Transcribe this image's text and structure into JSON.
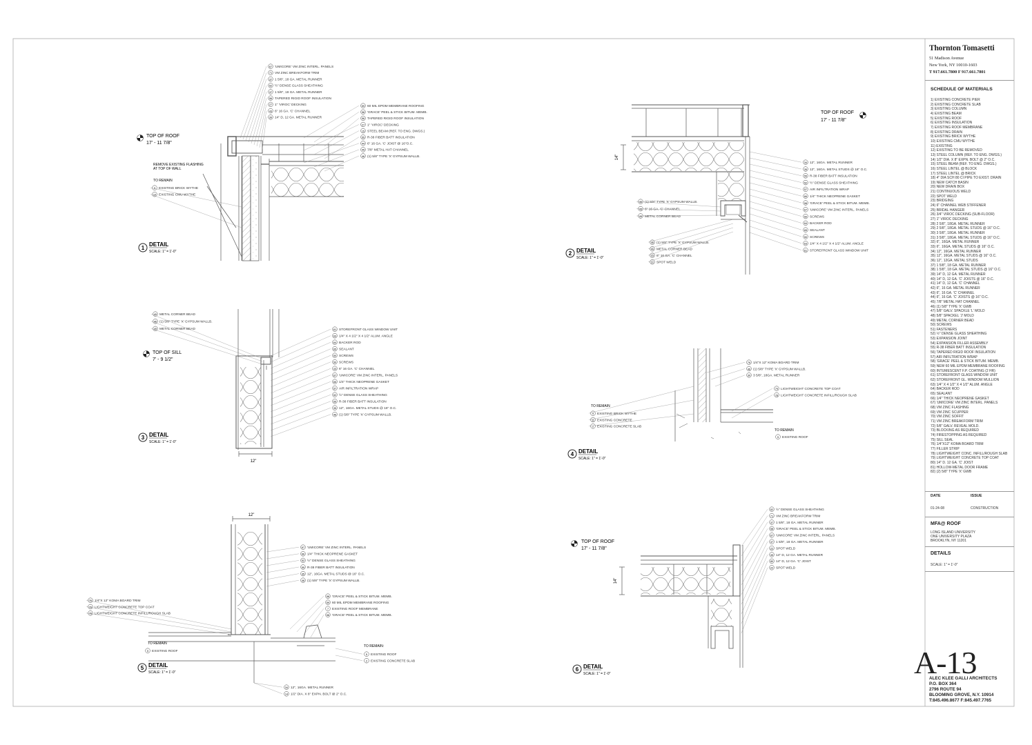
{
  "sheet": {
    "firm": {
      "name": "Thornton Tomasetti",
      "address1": "51 Madison Avenue",
      "address2": "New York, NY 10010-1603",
      "phone": "T 917.661.7800 F 917.661.7801"
    },
    "schedule_title": "SCHEDULE  OF MATERIALS",
    "materials": [
      "1)  EXISTING CONCRETE PIER",
      "2)  EXISTING CONCRETE SLAB",
      "3)  EXISTING COLUMN",
      "4)  EXISTING BEAM",
      "5)  EXISTING ROOF",
      "6)  EXISTING INSULATION",
      "7)  EXISTING ROOF MEMBRANE",
      "8)  EXISTING DRAIN",
      "9)  EXISTING BRICK WYTHE",
      "10) EXISTING CMU WYTHE",
      "11) EXISTING",
      "12) EXISTING TO BE REMOVED",
      "13) STEEL COLUMN (REF. TO ENG. DWGS.)",
      "14) 1/2\" DIA. X 8\" EXPN. BOLT @ 2\" O.C.",
      "15) STEEL BEAM (REF. TO ENG. DWGS.)",
      "16) STEEL LINTEL @ BLOCK",
      "17) STEEL LINTEL @ BRICK",
      "18) 4\" DIA SCH 80 CI PIPE TO EXIST. DRAIN",
      "19) NEW CATCH BASIN",
      "20) NEW DRAIN BOX",
      "21) CONTINUOUS WELD",
      "22) SPOT WELD",
      "23) BRIDGING",
      "24) 6\" CHANNEL WEB STIFFENER",
      "25) BRIDAL HANGER",
      "26) 3/4\" VIROC DECKING (SUB-FLOOR)",
      "27) 1\" VIROC DECKING",
      "28) 2 5/8\", 18GA. METAL RUNNER",
      "29) 2 5/8\", 18GA. METAL STUDS @ 16\" O.C.",
      "30) 3 5/8\", 18GA. METAL RUNNER",
      "31) 3 5/8\", 18GA. METAL STUDS @ 16\" O.C.",
      "32) 6\", 16GA. METAL RUNNER",
      "33) 6\", 16GA. METAL STUDS @ 16\" O.C.",
      "34) 12\", 16GA. METAL RUNNER",
      "35) 12\", 16GA. METAL STUDS @ 16\" O.C.",
      "36) 12\", 12GA. METAL STUDS",
      "37) 1 5/8\", 18 GA. METAL RUNNER",
      "38) 1 5/8\", 18 GA. METAL STUDS @ 16\" O.C.",
      "39) 14\" D, 12 GA. METAL RUNNER",
      "40) 14\" D, 12 GA. 'C' JOISTS @ 16\" O.C.",
      "41) 14\" D, 12 GA. 'C' CHANNEL",
      "42) 6\", 16 GA. METAL RUNNER",
      "43) 6\", 16 GA. 'C' CHANNEL",
      "44) 6\", 16 GA. 'C' JOISTS @ 16\" O.C.",
      "45) 7/8\" METAL HAT CHANNEL",
      "46) (1) 5/8\" TYPE 'X' GWB",
      "47) 5/8\" GALV. SPACKLE 'L' MOLD",
      "48) 5/8\" SPACKEL 'J' MOLD",
      "49) METAL CORNER BEAD",
      "50) SCREWS",
      "51) FASTENERS",
      "52) ½\" DENSE GLASS SHEATHING",
      "53) EXPANSION JOINT",
      "54) EXPANSION FILLER ASSEMBLY",
      "55) R-38 FIBER BATT INSULATION",
      "56) TAPERED RIGID ROOF INSULATION",
      "57) AIR INFILTRATION WRAP",
      "58) 'GRACE' PEEL & STICK BITUM. MEMB.",
      "59) NEW 60 MIL EPDM MEMBRANE ROOFING",
      "60) INTUMESCENT F.P. COATING (2 HR)",
      "61) STOREFRONT GLASS WINDOW UNIT",
      "62) STOREFRONT GL. WINDOW MULLION",
      "63) 1/4\" X 4 1/2\" X 4 1/2\" ALUM. ANGLE",
      "64) BACKER ROD",
      "65) SEALANT",
      "66) 1/4\" THICK NEOPRENE GASKET",
      "67) 'UMICORE' VM ZINC INTERL. PANELS",
      "68) VM ZINC FLASHING",
      "69) VM ZINC SCUPPER",
      "70) VM ZINC SOFFIT",
      "71) VM ZINC BREAKFORM TRIM",
      "72) 5/8\" GALV. REVEAL MOLD.",
      "73) BLOCKING AS REQUIRED",
      "74) FIRESTOPPING AS REQUIRED",
      "75) SILL SEAL",
      "76) 1/4\"X12\" KOMA BOARD TRIM",
      "77) FILLER STRIP",
      "78) LIGHTWEIGHT CONC. INFILL/ROUGH SLAB",
      "79) LIGHTWEIGHT CONCRETE TOP COAT",
      "80) 14\" D. 12 GA. 'C' JOIST",
      "81) HOLLOW-METAL DOOR FRAME",
      "82) (2) 5/8\" TYPE 'X' GWB"
    ],
    "date_label": "DATE",
    "issue_label": "ISSUE",
    "date_value": "01-24-08",
    "issue_value": "CONSTRUCTION",
    "project_title": "MFA@ ROOF",
    "project_lines": [
      "LONG ISLAND UNIVERSITY",
      "ONE UNIVERSITY PLAZA",
      "BROOKLYN, NY 11201"
    ],
    "sheet_title": "DETAILS",
    "sheet_scale": "SCALE:  1\" = 1'-0\"",
    "sheet_number": "A-13",
    "architect": [
      "ALEC KLEE GALLI ARCHITECTS",
      "P.O. BOX 364",
      "2796 ROUTE 94",
      "BLOOMING GROVE, N.Y.      10914",
      "T:845.496.8677      F:845.497.7765"
    ]
  },
  "details": {
    "d1": {
      "number": "1",
      "title": "DETAIL",
      "scale": "SCALE:  1\" = 1'-0\"",
      "elevation_label": "TOP OF ROOF",
      "elevation_value": "17' - 11 7/8\"",
      "note": [
        "REMOVE EXISTING FLASHING",
        "AT TOP OF WALL"
      ],
      "remain": "TO REMAIN",
      "left_callouts": [
        {
          "tag": "9",
          "text": "EXISTING BRICK WYTHE"
        },
        {
          "tag": "10",
          "text": "EXISTING CMU WYTHE"
        }
      ],
      "top_callouts": [
        {
          "tag": "67",
          "text": "'UMICORE' VM ZINC INTERL. PANELS"
        },
        {
          "tag": "71",
          "text": "VM ZINC BREAKFORM TRIM"
        },
        {
          "tag": "37",
          "text": "1 5/8\", 18 GA. METAL RUNNER"
        },
        {
          "tag": "52",
          "text": "½\" DENSE GLASS SHEATHING"
        },
        {
          "tag": "37",
          "text": "1 5/8\", 18 GA. METAL RUNNER"
        },
        {
          "tag": "56",
          "text": "TAPERED RIGID ROOF INSULATION"
        },
        {
          "tag": "27",
          "text": "1\" 'VIROC' DECKING"
        },
        {
          "tag": "43",
          "text": "6\" 16 GA. 'C' CHANNEL"
        },
        {
          "tag": "39",
          "text": "14\" D, 12 GA. METAL RUNNER"
        }
      ],
      "right_callouts": [
        {
          "tag": "59",
          "text": "60 MIL EPDM MEMBRANE ROOFING"
        },
        {
          "tag": "58",
          "text": "'GRACE' PEEL & STICK BITUM. MEMB."
        },
        {
          "tag": "56",
          "text": "TAPERED RIGID ROOF INSULATION"
        },
        {
          "tag": "27",
          "text": "1\" 'VIROC' DECKING"
        },
        {
          "tag": "15",
          "text": "STEEL BEAM (REF. TO ENG. DWGS.)"
        },
        {
          "tag": "55",
          "text": "R-38 FIBER BATT INSULATION"
        },
        {
          "tag": "44",
          "text": "6\" 16 GA. 'C' JOIST @ 16\"O.C."
        },
        {
          "tag": "45",
          "text": "7/8\" METAL HAT CHANNEL"
        },
        {
          "tag": "46",
          "text": "(1) 5/8\" TYPE 'X' GYPSUM WALLB."
        }
      ]
    },
    "d2": {
      "number": "2",
      "title": "DETAIL",
      "scale": "SCALE:  1\" = 1'-0\"",
      "elevation_label": "TOP OF ROOF",
      "elevation_value": "17' - 11 7/8\"",
      "dim": "14\"",
      "left_callouts": [
        {
          "tag": "46",
          "text": "(1) 5/8\" TYPE 'X' GYPSUM WALLB."
        },
        {
          "tag": "43",
          "text": "6\" 16 GA. 'C' CHANNEL"
        },
        {
          "tag": "49",
          "text": "METAL CORNER BEAD"
        }
      ],
      "bottom_callouts": [
        {
          "tag": "46",
          "text": "(1) 5/8\" TYPE 'X' GYPSUM WALLB."
        },
        {
          "tag": "49",
          "text": "METAL CORNER BEAD"
        },
        {
          "tag": "43",
          "text": "6\" 16 GA. 'C' CHANNEL"
        },
        {
          "tag": "22",
          "text": "SPOT WELD"
        }
      ],
      "right_callouts": [
        {
          "tag": "34",
          "text": "12\", 16GA. METAL RUNNER"
        },
        {
          "tag": "35",
          "text": "12\", 16GA. METAL STUDS @ 16\" O.C."
        },
        {
          "tag": "55",
          "text": "R-38 FIBER BATT INSULATION"
        },
        {
          "tag": "52",
          "text": "½\" DENSE GLASS SHEATHING"
        },
        {
          "tag": "57",
          "text": "AIR INFILTRATION WRAP"
        },
        {
          "tag": "66",
          "text": "1/4\" THICK NEOPRENE GASKET"
        },
        {
          "tag": "58",
          "text": "'GRACE' PEEL & STICK BITUM. MEMB."
        },
        {
          "tag": "67",
          "text": "'UMICORE' VM ZINC INTERL. PANELS"
        },
        {
          "tag": "50",
          "text": "SCREWS"
        },
        {
          "tag": "64",
          "text": "BACKER ROD"
        },
        {
          "tag": "65",
          "text": "SEALANT"
        },
        {
          "tag": "50",
          "text": "SCREWS"
        },
        {
          "tag": "63",
          "text": "1/4\" X 4 1/2\" X 4 1/2\" ALUM. ANGLE"
        },
        {
          "tag": "61",
          "text": "STOREFRONT GLASS WINDOW UNIT"
        }
      ]
    },
    "d3": {
      "number": "3",
      "title": "DETAIL",
      "scale": "SCALE:  1\" = 1'-0\"",
      "elevation_label": "TOP OF SILL",
      "elevation_value": "7' - 9 1/2\"",
      "dim": "12\"",
      "left_callouts": [
        {
          "tag": "49",
          "text": "METAL CORNER BEAD"
        },
        {
          "tag": "46",
          "text": "(1) 5/8\" TYPE 'X' GYPSUM WALLB."
        },
        {
          "tag": "49",
          "text": "METAL CORNER BEAD"
        }
      ],
      "right_callouts": [
        {
          "tag": "61",
          "text": "STOREFRONT GLASS WINDOW UNIT"
        },
        {
          "tag": "63",
          "text": "1/4\" X 4 1/2\" X 4 1/2\" ALUM. ANGLE"
        },
        {
          "tag": "64",
          "text": "BACKER ROD"
        },
        {
          "tag": "65",
          "text": "SEALANT"
        },
        {
          "tag": "50",
          "text": "SCREWS"
        },
        {
          "tag": "50",
          "text": "SCREWS"
        },
        {
          "tag": "43",
          "text": "6\" 16 GA. 'C' CHANNEL"
        },
        {
          "tag": "67",
          "text": "'UMICORE' VM ZINC INTERL. PANELS"
        },
        {
          "tag": "66",
          "text": "1/4\" THICK NEOPRENE GASKET"
        },
        {
          "tag": "57",
          "text": "AIR INFILTRATION WRAP"
        },
        {
          "tag": "52",
          "text": "½\" DENSE GLASS SHEATHING"
        },
        {
          "tag": "55",
          "text": "R-38 FIBER BATT INSULATION"
        },
        {
          "tag": "35",
          "text": "12\", 16GA. METAL STUDS @ 16\" O.C."
        },
        {
          "tag": "46",
          "text": "(1) 5/8\" TYPE 'X' GYPSUM WALLB."
        }
      ]
    },
    "d4": {
      "number": "4",
      "title": "DETAIL",
      "scale": "SCALE:  1\" = 1'-0\"",
      "remain_left": "TO REMAIN",
      "left_callouts": [
        {
          "tag": "9",
          "text": "EXISTING BRICK WYTHE"
        },
        {
          "tag": "11",
          "text": "EXISTING CONCRETE"
        },
        {
          "tag": "2",
          "text": "EXISTING CONCRETE SLAB"
        }
      ],
      "top_callouts": [
        {
          "tag": "76",
          "text": "1/4\"X 12\" KOMA BOARD TRIM"
        },
        {
          "tag": "46",
          "text": "(1) 5/8\" TYPE 'X' GYPSUM WALLB."
        },
        {
          "tag": "30",
          "text": "3  5/8\", 18GA. METAL RUNNER"
        }
      ],
      "right_callouts": [
        {
          "tag": "79",
          "text": "LIGHTWEIGHT CONCRETE TOP COAT"
        },
        {
          "tag": "78",
          "text": "LIGHTWEIGHT  CONCRETE INFILL/ROUGH SLAB"
        }
      ],
      "remain_right": "TO REMAIN",
      "roof_callout": {
        "tag": "5",
        "text": "EXISTING  ROOF"
      }
    },
    "d5": {
      "number": "5",
      "title": "DETAIL",
      "scale": "SCALE:  1\" = 1'-0\"",
      "dim": "12\"",
      "left_callouts": [
        {
          "tag": "76",
          "text": "1/4\"X 12\" KOMA BOARD TRIM"
        },
        {
          "tag": "79",
          "text": "LIGHTWEIGHT CONCRETE TOP COAT"
        },
        {
          "tag": "78",
          "text": "LIGHTWEIGHT  CONCRETE INFILL/ROUGH SLAB"
        }
      ],
      "remain_left": "TO REMAIN",
      "roof_left": {
        "tag": "5",
        "text": "EXISTING  ROOF"
      },
      "upper_callouts": [
        {
          "tag": "67",
          "text": "'UMICORE' VM ZINC INTERL. PANELS"
        },
        {
          "tag": "66",
          "text": "1/4\" THICK NEOPRENE GASKET"
        },
        {
          "tag": "52",
          "text": "½\" DENSE GLASS SHEATHING"
        },
        {
          "tag": "55",
          "text": "R-38 FIBER BATT INSULATION"
        },
        {
          "tag": "35",
          "text": "12\", 16GA. METAL STUDS @ 16\" O.C."
        },
        {
          "tag": "46",
          "text": "(1) 5/8\" TYPE 'X' GYPSUM WALLB."
        }
      ],
      "lower_callouts": [
        {
          "tag": "58",
          "text": "'GRACE' PEEL & STICK BITUM. MEMB."
        },
        {
          "tag": "59",
          "text": "60 MIL EPDM MEMBRANE ROOFING"
        },
        {
          "tag": "7",
          "text": "EXISTING ROOF MEMBRANE"
        },
        {
          "tag": "58",
          "text": "'GRACE' PEEL & STICK BITUM. MEMB."
        }
      ],
      "remain_right": "TO REMAIN:",
      "right_remain_callouts": [
        {
          "tag": "5",
          "text": "EXISTING  ROOF"
        },
        {
          "tag": "2",
          "text": "EXISTING CONCRETE SLAB"
        }
      ],
      "bottom_callouts": [
        {
          "tag": "34",
          "text": "12\", 16GA. METAL RUNNER"
        },
        {
          "tag": "14",
          "text": "1/2\" DIA. X 8\" EXPN. BOLT @ 2\" O.C."
        }
      ]
    },
    "d6": {
      "number": "6",
      "title": "DETAIL",
      "scale": "SCALE:  1\" = 1'-0\"",
      "elevation_label": "TOP OF ROOF",
      "elevation_value": "17' - 11 7/8\"",
      "dim": "14\"",
      "right_callouts": [
        {
          "tag": "52",
          "text": "½\" DENSE GLASS SHEATHING"
        },
        {
          "tag": "71",
          "text": "VM ZINC BREAKFORM TRIM"
        },
        {
          "tag": "37",
          "text": "1 5/8\", 18 GA. METAL RUNNER"
        },
        {
          "tag": "58",
          "text": "'GRACE' PEEL & STICK BITUM. MEMB."
        },
        {
          "tag": "67",
          "text": "'UMICORE' VM ZINC INTERL. PANELS"
        },
        {
          "tag": "37",
          "text": "1 5/8\", 18 GA. METAL RUNNER"
        },
        {
          "tag": "22",
          "text": "SPOT WELD"
        },
        {
          "tag": "39",
          "text": "14\" D, 12 GA. METAL RUNNER"
        },
        {
          "tag": "80",
          "text": "14\" D, 12 GA. 'C' JOIST"
        },
        {
          "tag": "22",
          "text": "SPOT WELD"
        }
      ]
    }
  }
}
